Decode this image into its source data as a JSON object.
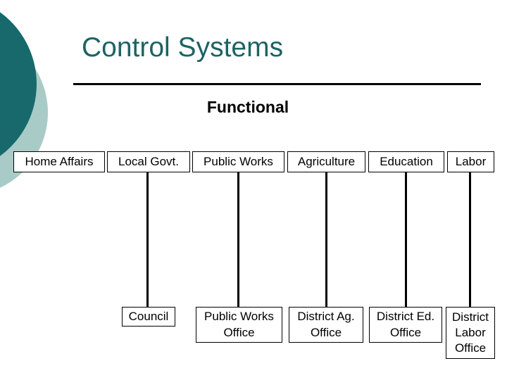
{
  "slide": {
    "title": "Control Systems",
    "subtitle": "Functional",
    "colors": {
      "title_teal": "#1d6363",
      "circle_dark_teal": "#17696b",
      "circle_light_teal": "#a9cbc7",
      "box_border": "#000000",
      "box_background": "#ffffff",
      "connector_line": "#000000",
      "text": "#000000"
    }
  },
  "org_chart": {
    "top_row": [
      {
        "id": "home-affairs",
        "label": "Home Affairs"
      },
      {
        "id": "local-govt",
        "label": "Local Govt."
      },
      {
        "id": "public-works",
        "label": "Public Works"
      },
      {
        "id": "agriculture",
        "label": "Agriculture"
      },
      {
        "id": "education",
        "label": "Education"
      },
      {
        "id": "labor",
        "label": "Labor"
      }
    ],
    "bottom_row": [
      {
        "id": "council",
        "label": "Council",
        "parent": "local-govt"
      },
      {
        "id": "public-works-office",
        "label": "Public Works Office",
        "parent": "public-works"
      },
      {
        "id": "district-ag-office",
        "label": "District Ag. Office",
        "parent": "agriculture"
      },
      {
        "id": "district-ed-office",
        "label": "District Ed. Office",
        "parent": "education"
      },
      {
        "id": "district-labor-office",
        "label": "District Labor Office",
        "parent": "labor"
      }
    ],
    "connectors": [
      {
        "from": "local-govt",
        "to": "council"
      },
      {
        "from": "public-works",
        "to": "public-works-office"
      },
      {
        "from": "agriculture",
        "to": "district-ag-office"
      },
      {
        "from": "education",
        "to": "district-ed-office"
      },
      {
        "from": "labor",
        "to": "district-labor-office"
      }
    ]
  }
}
